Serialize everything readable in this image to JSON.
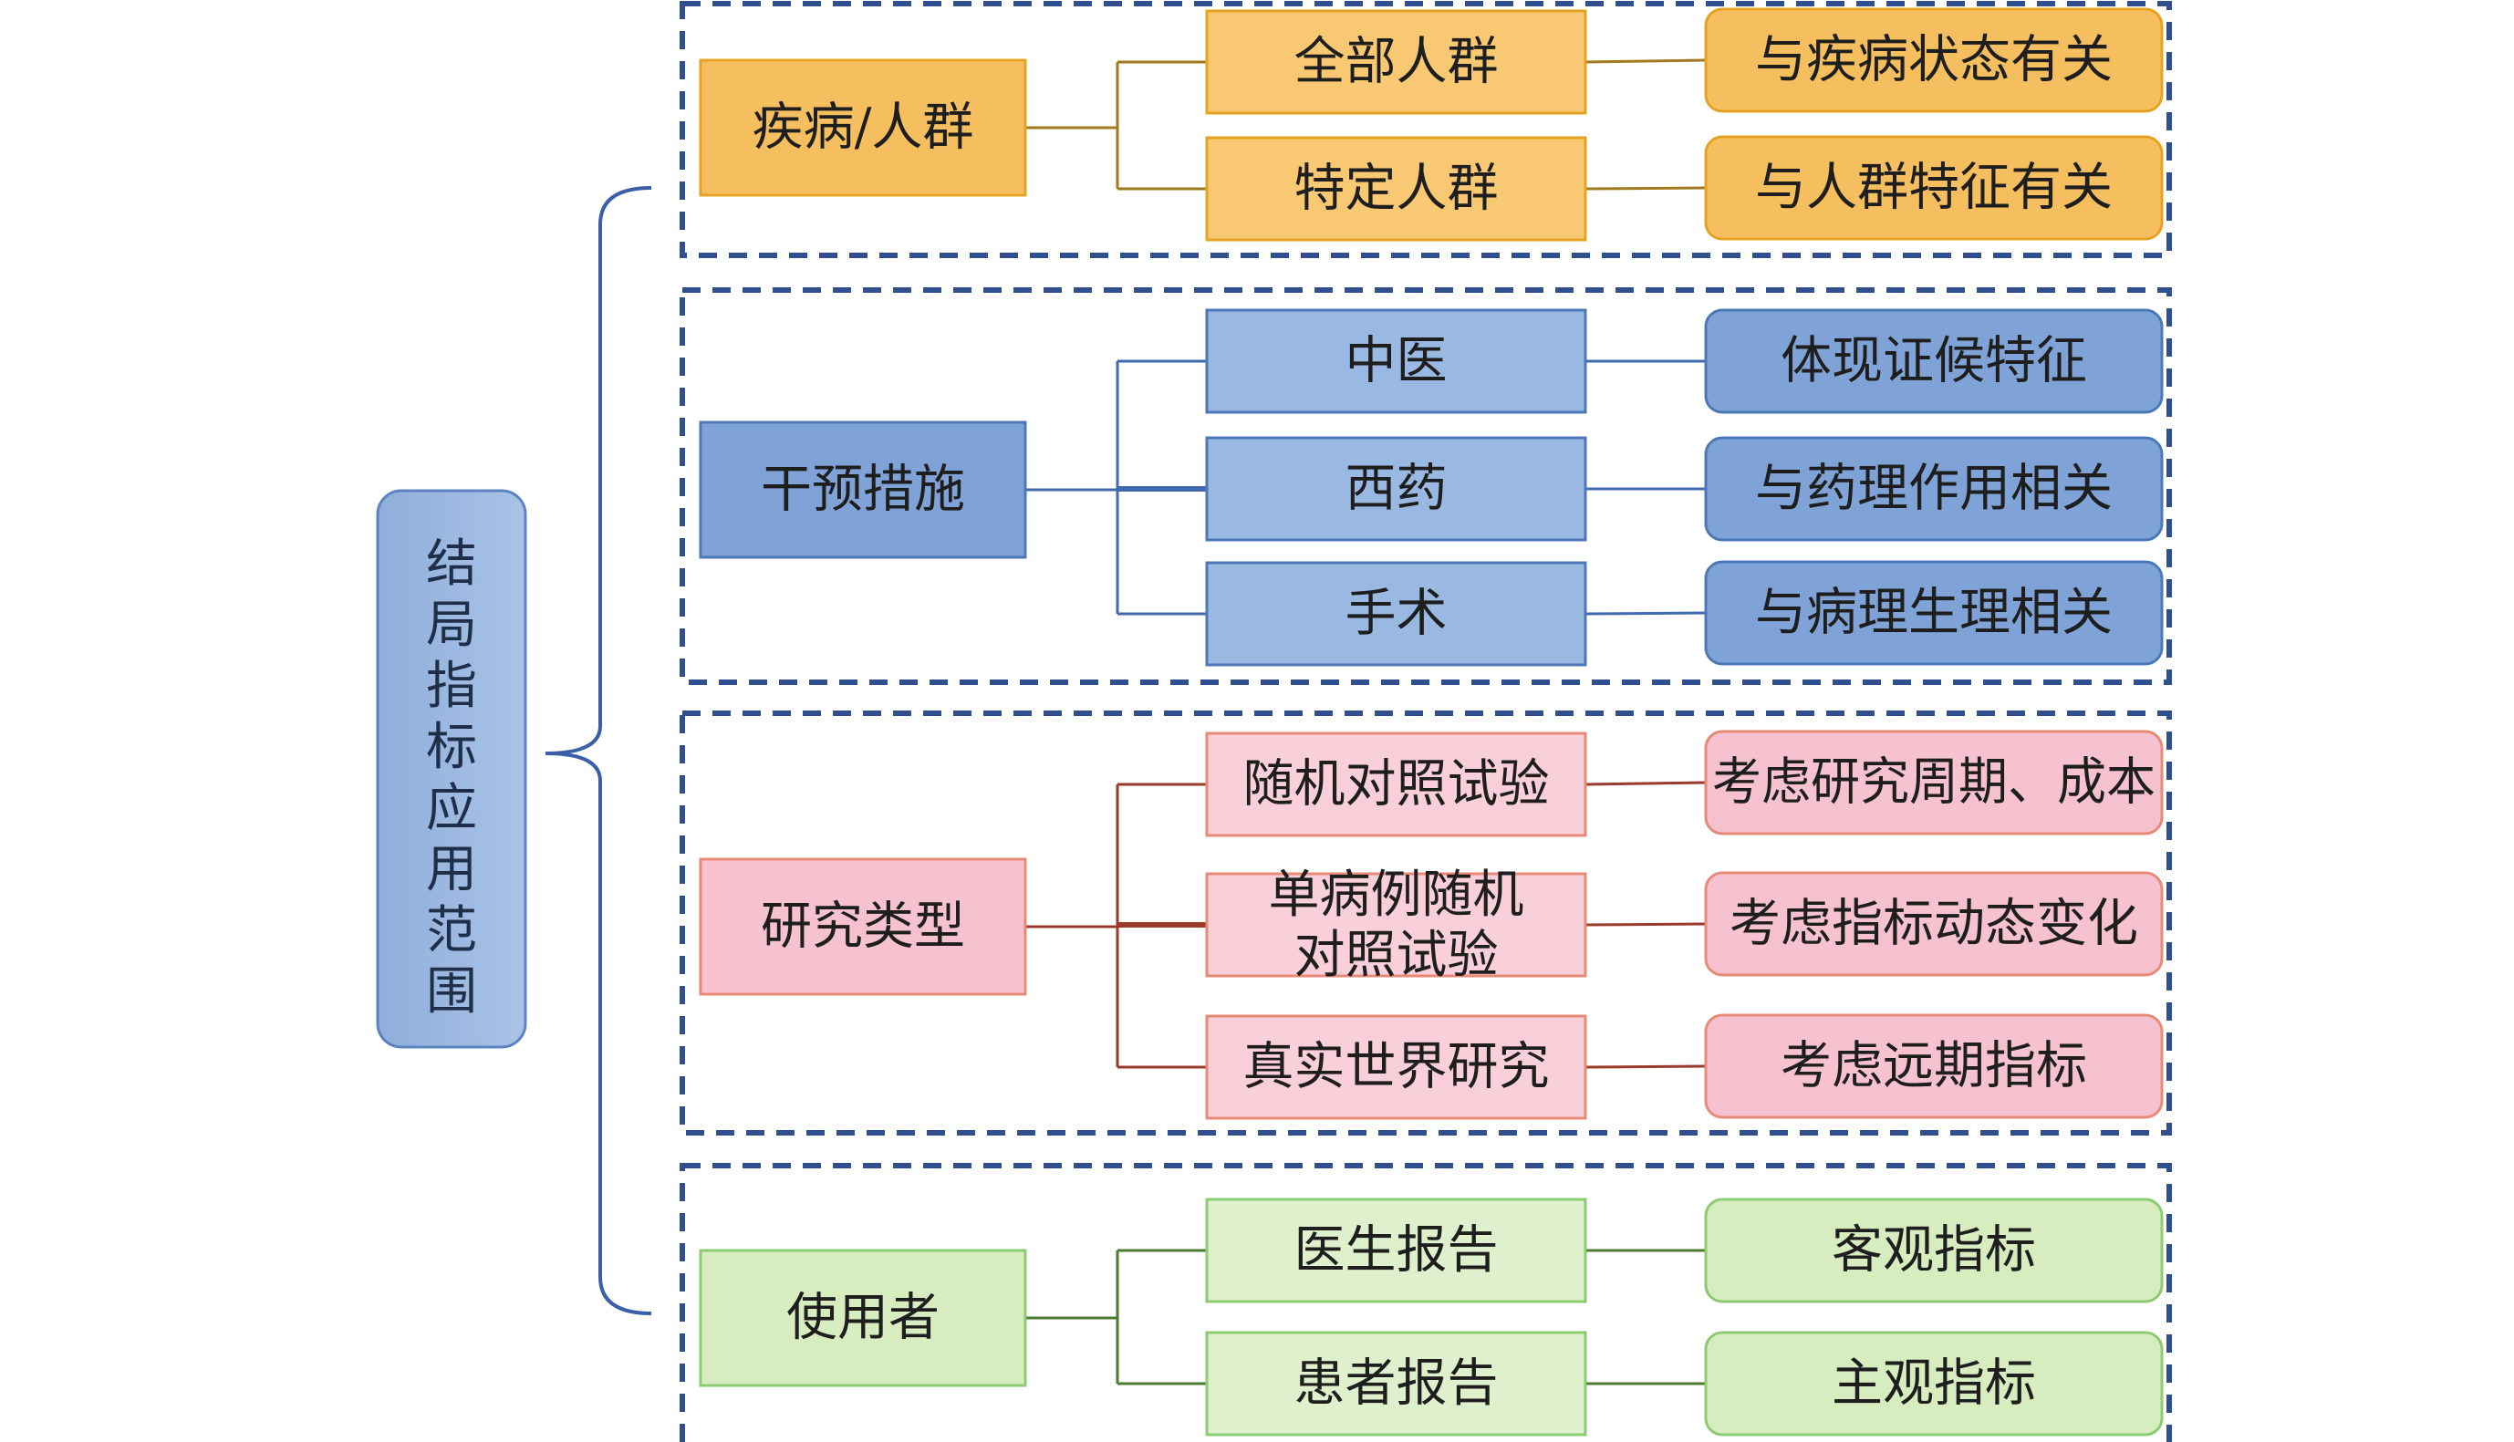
{
  "root": {
    "label": "结局指标应用范围",
    "fill_top": "#8FAEDB",
    "fill_bottom": "#A9C3E6",
    "stroke": "#5B83C0",
    "text_color": "#1F2F4A"
  },
  "brace_color": "#3A5FA6",
  "frame_color": "#2F4F8F",
  "groups": [
    {
      "key": "disease",
      "category": "疾病/人群",
      "fill": "#F5BE5E",
      "fill_light": "#F8C972",
      "stroke": "#E6A323",
      "line_color": "#A07A1E",
      "text_color": "#1E1E1E",
      "subtypes": [
        "全部人群",
        "特定人群"
      ],
      "notes": [
        "与疾病状态有关",
        "与人群特征有关"
      ]
    },
    {
      "key": "intervention",
      "category": "干预措施",
      "fill": "#7FA3D6",
      "fill_light": "#99B8E2",
      "stroke": "#4C78B8",
      "line_color": "#3F6AAE",
      "text_color": "#1E1E1E",
      "subtypes": [
        "中医",
        "西药",
        "手术"
      ],
      "notes": [
        "体现证候特征",
        "与药理作用相关",
        "与病理生理相关"
      ]
    },
    {
      "key": "study",
      "category": "研究类型",
      "fill": "#F7C2CF",
      "fill_light": "#F9CFD9",
      "stroke": "#E88A78",
      "line_color": "#9A3A2A",
      "text_color": "#1E1E1E",
      "subtypes": [
        "随机对照试验",
        "单病例随机对照试验",
        "真实世界研究"
      ],
      "notes": [
        "考虑研究周期、成本",
        "考虑指标动态变化",
        "考虑远期指标"
      ]
    },
    {
      "key": "user",
      "category": "使用者",
      "fill": "#D7EDC0",
      "fill_light": "#DFF1CC",
      "stroke": "#8CCB72",
      "line_color": "#4C7A2E",
      "text_color": "#1E1E1E",
      "subtypes": [
        "医生报告",
        "患者报告"
      ],
      "notes": [
        "客观指标",
        "主观指标"
      ]
    }
  ]
}
